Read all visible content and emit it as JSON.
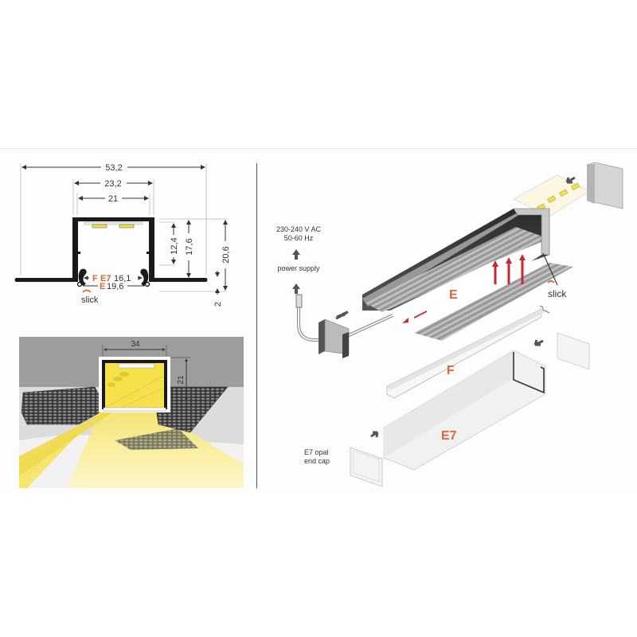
{
  "cross_section": {
    "dimensions": {
      "total_width": "53,2",
      "outer_width": "23,2",
      "inner_width": "21",
      "inner_depth": "12,4",
      "depth": "17,6",
      "total_height": "20,6",
      "flange": "2",
      "cover_fe7_width": "16,1",
      "cover_e_width": "19,6"
    },
    "labels": {
      "f": "F",
      "e7": "E7",
      "e": "E",
      "slick": "slick"
    }
  },
  "installation_view": {
    "dimensions": {
      "cutout_width": "34",
      "cutout_depth": "21"
    }
  },
  "exploded_view": {
    "power": {
      "voltage": "230-240 V AC",
      "frequency": "50-60 Hz",
      "label": "power supply"
    },
    "cover_labels": {
      "e": "E",
      "f": "F",
      "e7": "E7"
    },
    "slick": "slick",
    "end_cap_label_line1": "E7 opal",
    "end_cap_label_line2": "end cap"
  },
  "colors": {
    "accent_orange": "#e0643a",
    "arrow_red": "#c8282d",
    "led_yellow": "#f4e04a",
    "light_beam": "#fbef8a",
    "profile_black": "#1a1a1a",
    "wall_grey": "#9d9d9d"
  }
}
